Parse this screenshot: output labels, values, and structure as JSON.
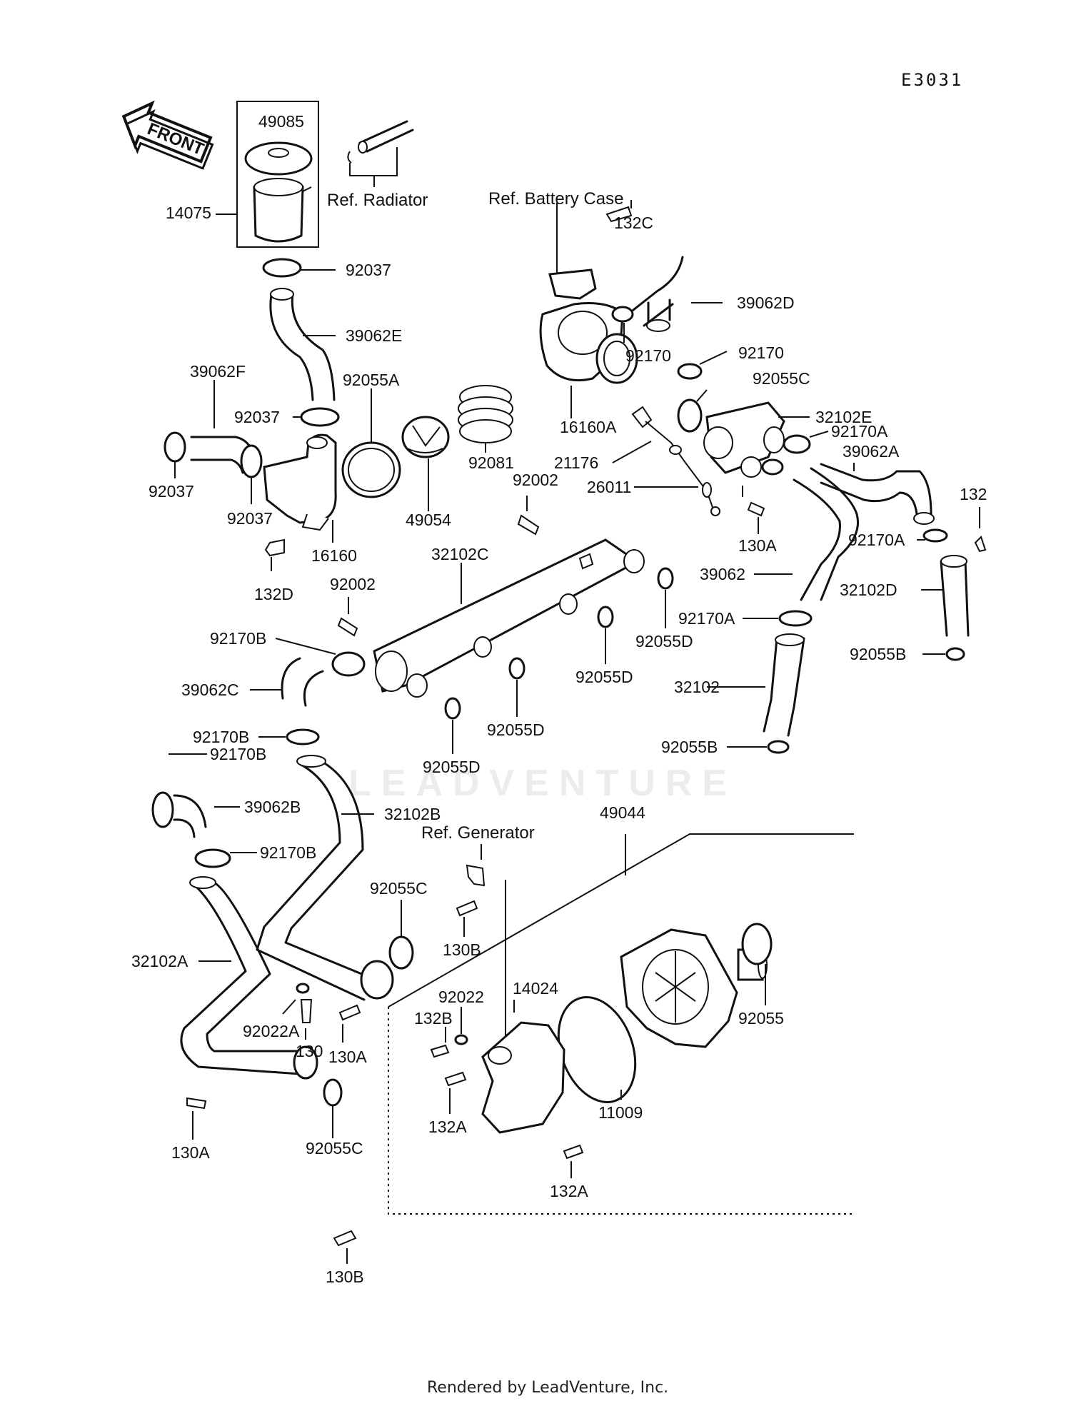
{
  "diagram_code": "E3031",
  "front_arrow": "FRONT",
  "footer": "Rendered by LeadVenture, Inc.",
  "watermark": "LEADVENTURE",
  "refs": {
    "radiator": "Ref. Radiator",
    "battery_case": "Ref. Battery Case",
    "generator": "Ref. Generator"
  },
  "parts": {
    "p49085": "49085",
    "p14075": "14075",
    "p92037_top": "92037",
    "p39062E": "39062E",
    "p39062F": "39062F",
    "p92037_mid": "92037",
    "p92055A": "92055A",
    "p92037_left": "92037",
    "p92037_low": "92037",
    "p16160": "16160",
    "p132D": "132D",
    "p49054": "49054",
    "p92081": "92081",
    "p132C": "132C",
    "p39062D": "39062D",
    "p92170_a": "92170",
    "p92170_b": "92170",
    "p16160A": "16160A",
    "p92055C_top": "92055C",
    "p32102E": "32102E",
    "p92170A_top": "92170A",
    "p39062A": "39062A",
    "p21176": "21176",
    "p26011": "26011",
    "p92002_top": "92002",
    "p130A_top": "130A",
    "p132": "132",
    "p92170A_mid": "92170A",
    "p32102C": "32102C",
    "p39062": "39062",
    "p32102D": "32102D",
    "p92002_mid": "92002",
    "p92170A_low": "92170A",
    "p92055D_a": "92055D",
    "p92170B_a": "92170B",
    "p92055B_a": "92055B",
    "p39062C": "39062C",
    "p92055D_b": "92055D",
    "p32102": "32102",
    "p92170B_b": "92170B",
    "p92055D_c": "92055D",
    "p92055B_b": "92055B",
    "p92170B_c": "92170B",
    "p92055D_d": "92055D",
    "p39062B": "39062B",
    "p32102B": "32102B",
    "p49044": "49044",
    "p92170B_d": "92170B",
    "p92055C_mid": "92055C",
    "p130B_a": "130B",
    "p32102A": "32102A",
    "p92022": "92022",
    "p14024": "14024",
    "p132B": "132B",
    "p92055": "92055",
    "p92022A": "92022A",
    "p130": "130",
    "p130A_mid": "130A",
    "p11009": "11009",
    "p132A_a": "132A",
    "p130A_low": "130A",
    "p92055C_low": "92055C",
    "p132A_b": "132A",
    "p130B_b": "130B"
  }
}
